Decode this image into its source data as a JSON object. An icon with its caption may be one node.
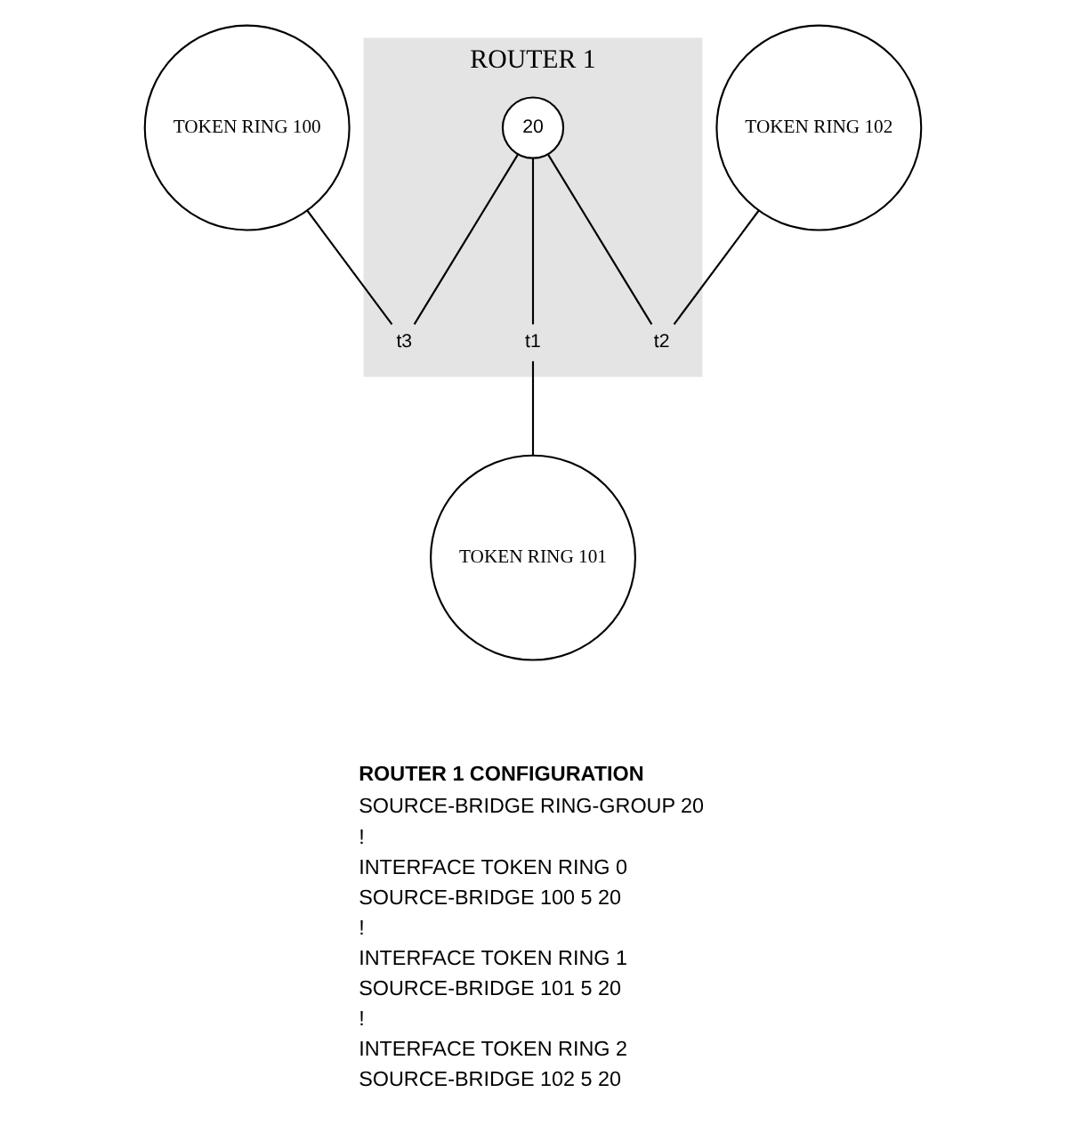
{
  "diagram": {
    "nodes": [
      {
        "text": [
          "TOKEN RING 100"
        ]
      },
      {
        "text": [
          "ROUTER 1"
        ]
      },
      {
        "text": [
          "20"
        ],
        "in": 1
      },
      {
        "text": [
          "t3"
        ],
        "in": 1
      },
      {
        "text": [
          "t2"
        ],
        "in": 1
      },
      {
        "text": [
          "t1"
        ],
        "in": 1
      },
      {
        "text": [
          "TOKEN RING 102"
        ]
      },
      {
        "text": [
          "TOKEN RING 101"
        ]
      }
    ],
    "edges": [
      {
        "from": 2,
        "to": 3,
        "arrow": "none"
      },
      {
        "from": 2,
        "to": 4,
        "arrow": "none"
      },
      {
        "from": 2,
        "to": 5,
        "arrow": "none"
      },
      {
        "from": 0,
        "to": 3,
        "arrow": "none"
      },
      {
        "from": 6,
        "to": 4,
        "arrow": "none"
      },
      {
        "from": 5,
        "to": 7,
        "arrow": "none"
      }
    ],
    "labels": [
      "ROUTER 1 CONFIGURATION",
      "SOURCE-BRIDGE RING-GROUP 20",
      "!",
      "INTERFACE TOKEN RING 0",
      "SOURCE-BRIDGE 100 5 20",
      "!",
      "INTERFACE TOKEN RING 1",
      "SOURCE-BRIDGE 101 5 20",
      "!",
      "INTERFACE TOKEN RING 2",
      "SOURCE-BRIDGE 102 5 20"
    ]
  }
}
